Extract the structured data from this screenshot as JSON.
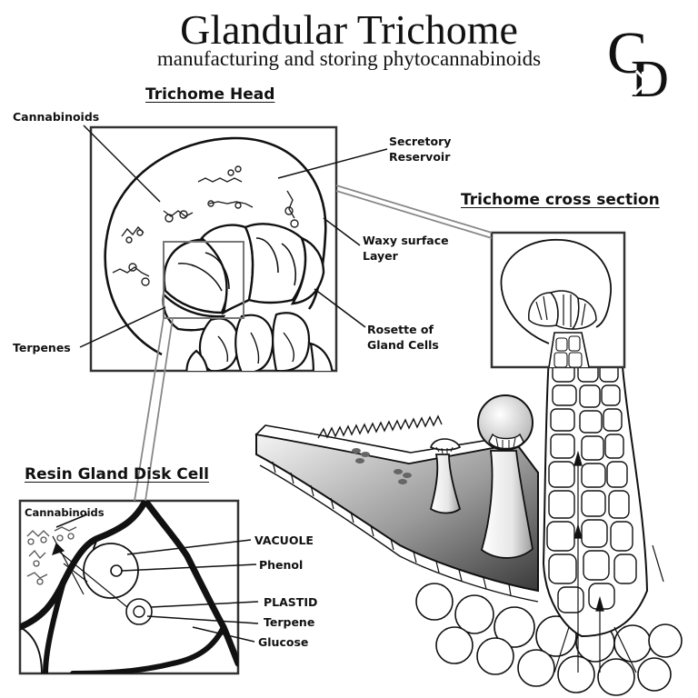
{
  "title": "Glandular Trichome",
  "subtitle": "manufacturing and storing phytocannabinoids",
  "logo_text": "CD",
  "panels": {
    "head": {
      "heading": "Trichome Head",
      "labels": {
        "cannabinoids": "Cannabinoids",
        "secretory_1": "Secretory",
        "secretory_2": "Reservoir",
        "waxy_1": "Waxy surface",
        "waxy_2": "Layer",
        "terpenes": "Terpenes",
        "rosette_1": "Rosette of",
        "rosette_2": "Gland Cells"
      }
    },
    "cross_section": {
      "heading": "Trichome cross section"
    },
    "disk_cell": {
      "heading": "Resin Gland Disk Cell",
      "labels": {
        "cannabinoids": "Cannabinoids",
        "vacuole": "VACUOLE",
        "phenol": "Phenol",
        "plastid": "PLASTID",
        "terpene": "Terpene",
        "glucose": "Glucose"
      }
    }
  }
}
